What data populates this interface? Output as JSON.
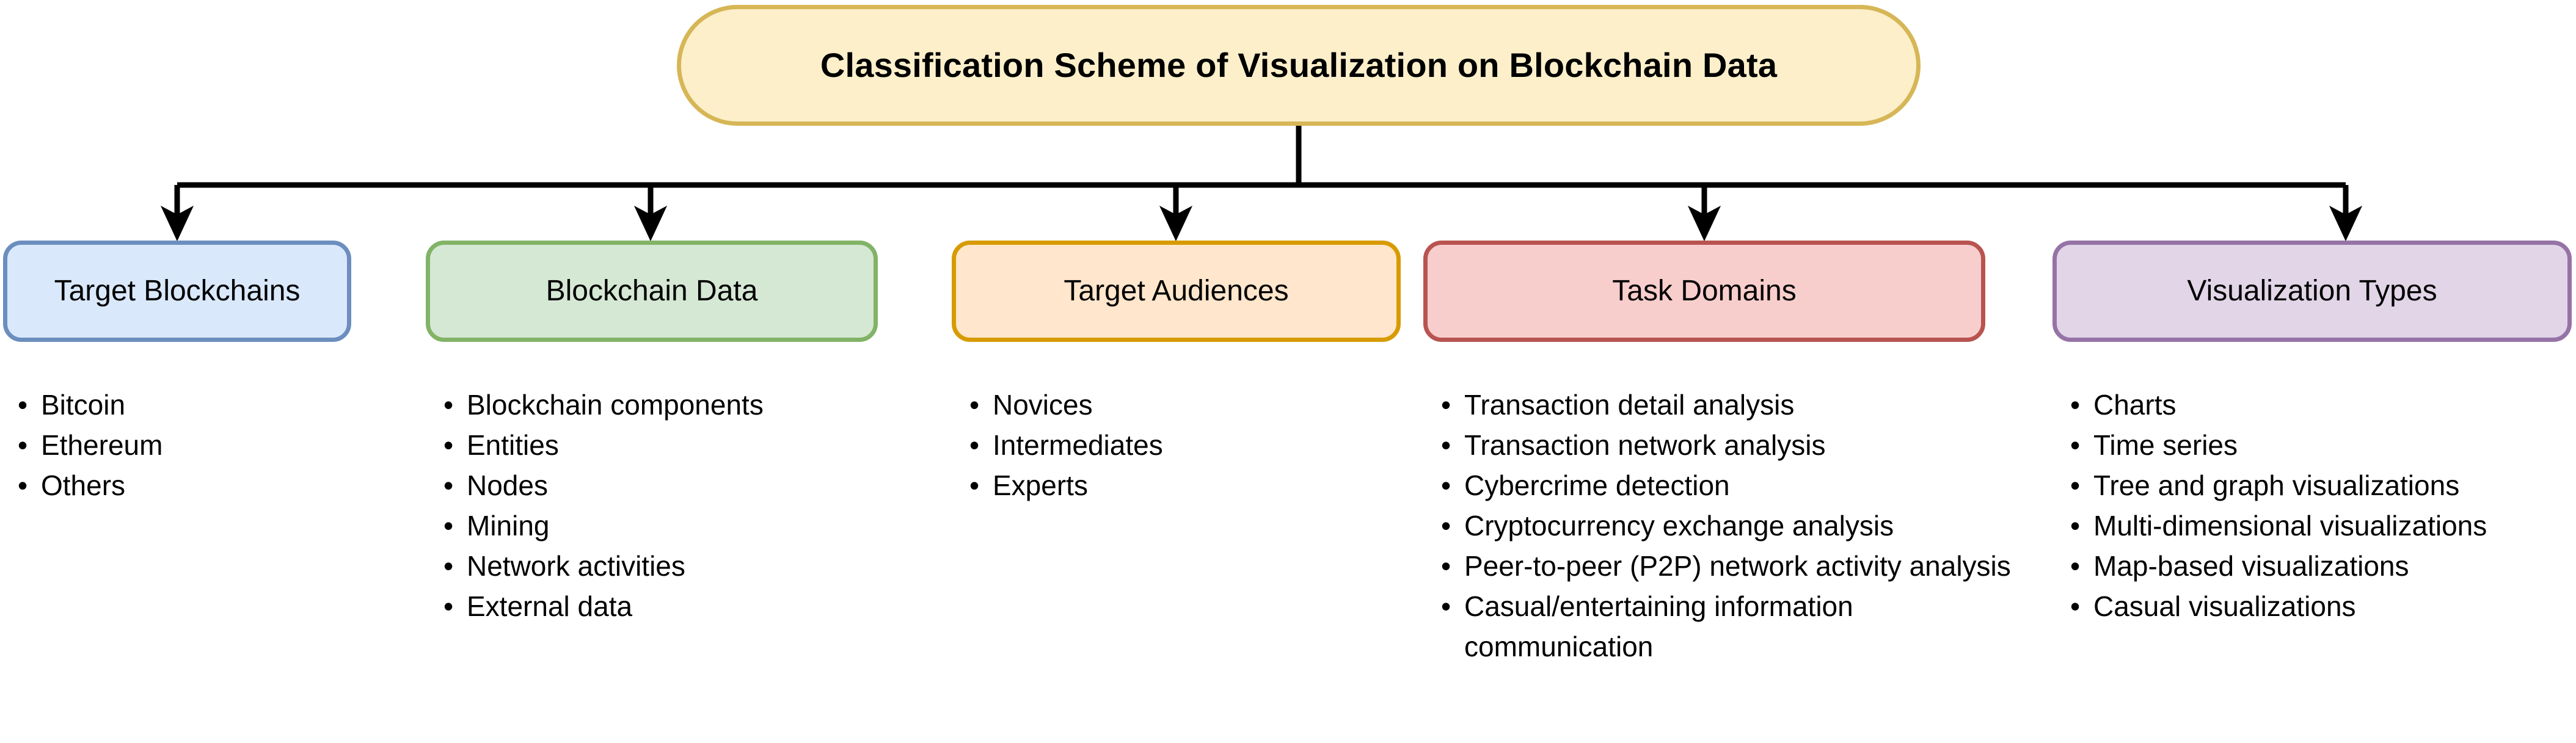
{
  "diagram": {
    "title": "Classification Scheme of Visualization on Blockchain Data",
    "root": {
      "label": "Classification Scheme of Visualization on Blockchain Data",
      "fill": "#fcefca",
      "stroke": "#d6b656"
    },
    "connector_color": "#000000",
    "categories": [
      {
        "label": "Target Blockchains",
        "fill": "#dae8fc",
        "stroke": "#6c8ebf",
        "items": [
          "Bitcoin",
          "Ethereum",
          "Others"
        ]
      },
      {
        "label": "Blockchain Data",
        "fill": "#d5e8d4",
        "stroke": "#82b366",
        "items": [
          "Blockchain components",
          "Entities",
          "Nodes",
          "Mining",
          "Network activities",
          "External data"
        ]
      },
      {
        "label": "Target Audiences",
        "fill": "#ffe6cc",
        "stroke": "#d79b00",
        "items": [
          "Novices",
          "Intermediates",
          "Experts"
        ]
      },
      {
        "label": "Task Domains",
        "fill": "#f8cecc",
        "stroke": "#b85450",
        "items": [
          "Transaction detail analysis",
          "Transaction network analysis",
          "Cybercrime detection",
          "Cryptocurrency exchange analysis",
          "Peer-to-peer (P2P) network activity analysis",
          "Casual/entertaining information communication"
        ]
      },
      {
        "label": "Visualization Types",
        "fill": "#e1d5e7",
        "stroke": "#9673a6",
        "items": [
          "Charts",
          "Time series",
          "Tree and graph visualizations",
          "Multi-dimensional visualizations",
          "Map-based visualizations",
          "Casual visualizations"
        ]
      }
    ]
  }
}
